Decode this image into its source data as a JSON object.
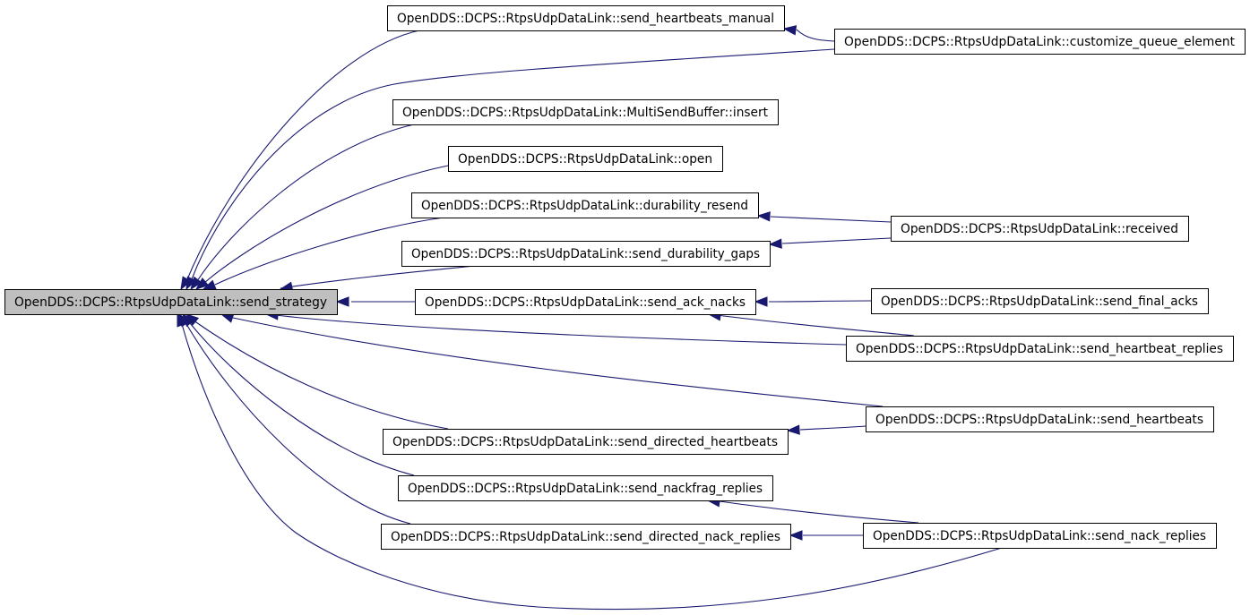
{
  "graph": {
    "root": "send_strategy",
    "nodes": [
      {
        "id": "send_strategy",
        "label": "OpenDDS::DCPS::RtpsUdpDataLink::send_strategy",
        "highlighted": true
      },
      {
        "id": "send_heartbeats_manual",
        "label": "OpenDDS::DCPS::RtpsUdpDataLink::send_heartbeats_manual"
      },
      {
        "id": "customize_queue_element",
        "label": "OpenDDS::DCPS::RtpsUdpDataLink::customize_queue_element"
      },
      {
        "id": "msb_insert",
        "label": "OpenDDS::DCPS::RtpsUdpDataLink::MultiSendBuffer::insert"
      },
      {
        "id": "open",
        "label": "OpenDDS::DCPS::RtpsUdpDataLink::open"
      },
      {
        "id": "durability_resend",
        "label": "OpenDDS::DCPS::RtpsUdpDataLink::durability_resend"
      },
      {
        "id": "received",
        "label": "OpenDDS::DCPS::RtpsUdpDataLink::received"
      },
      {
        "id": "send_durability_gaps",
        "label": "OpenDDS::DCPS::RtpsUdpDataLink::send_durability_gaps"
      },
      {
        "id": "send_ack_nacks",
        "label": "OpenDDS::DCPS::RtpsUdpDataLink::send_ack_nacks"
      },
      {
        "id": "send_final_acks",
        "label": "OpenDDS::DCPS::RtpsUdpDataLink::send_final_acks"
      },
      {
        "id": "send_heartbeat_replies",
        "label": "OpenDDS::DCPS::RtpsUdpDataLink::send_heartbeat_replies"
      },
      {
        "id": "send_heartbeats",
        "label": "OpenDDS::DCPS::RtpsUdpDataLink::send_heartbeats"
      },
      {
        "id": "send_directed_heartbeats",
        "label": "OpenDDS::DCPS::RtpsUdpDataLink::send_directed_heartbeats"
      },
      {
        "id": "send_nackfrag_replies",
        "label": "OpenDDS::DCPS::RtpsUdpDataLink::send_nackfrag_replies"
      },
      {
        "id": "send_directed_nack_replies",
        "label": "OpenDDS::DCPS::RtpsUdpDataLink::send_directed_nack_replies"
      },
      {
        "id": "send_nack_replies",
        "label": "OpenDDS::DCPS::RtpsUdpDataLink::send_nack_replies"
      }
    ],
    "edges": [
      {
        "from": "send_heartbeats_manual",
        "to": "send_strategy"
      },
      {
        "from": "customize_queue_element",
        "to": "send_heartbeats_manual"
      },
      {
        "from": "customize_queue_element",
        "to": "send_strategy"
      },
      {
        "from": "msb_insert",
        "to": "send_strategy"
      },
      {
        "from": "open",
        "to": "send_strategy"
      },
      {
        "from": "durability_resend",
        "to": "send_strategy"
      },
      {
        "from": "received",
        "to": "durability_resend"
      },
      {
        "from": "received",
        "to": "send_durability_gaps"
      },
      {
        "from": "send_durability_gaps",
        "to": "send_strategy"
      },
      {
        "from": "send_ack_nacks",
        "to": "send_strategy"
      },
      {
        "from": "send_final_acks",
        "to": "send_ack_nacks"
      },
      {
        "from": "send_heartbeat_replies",
        "to": "send_ack_nacks"
      },
      {
        "from": "send_heartbeat_replies",
        "to": "send_strategy"
      },
      {
        "from": "send_heartbeats",
        "to": "send_strategy"
      },
      {
        "from": "send_heartbeats",
        "to": "send_directed_heartbeats"
      },
      {
        "from": "send_directed_heartbeats",
        "to": "send_strategy"
      },
      {
        "from": "send_nackfrag_replies",
        "to": "send_strategy"
      },
      {
        "from": "send_nack_replies",
        "to": "send_nackfrag_replies"
      },
      {
        "from": "send_nack_replies",
        "to": "send_directed_nack_replies"
      },
      {
        "from": "send_directed_nack_replies",
        "to": "send_strategy"
      },
      {
        "from": "send_nack_replies",
        "to": "send_strategy"
      }
    ],
    "colors": {
      "edge": "#191970",
      "root_fill": "#bfbfbf",
      "node_fill": "#ffffff",
      "node_border": "#000000"
    }
  }
}
